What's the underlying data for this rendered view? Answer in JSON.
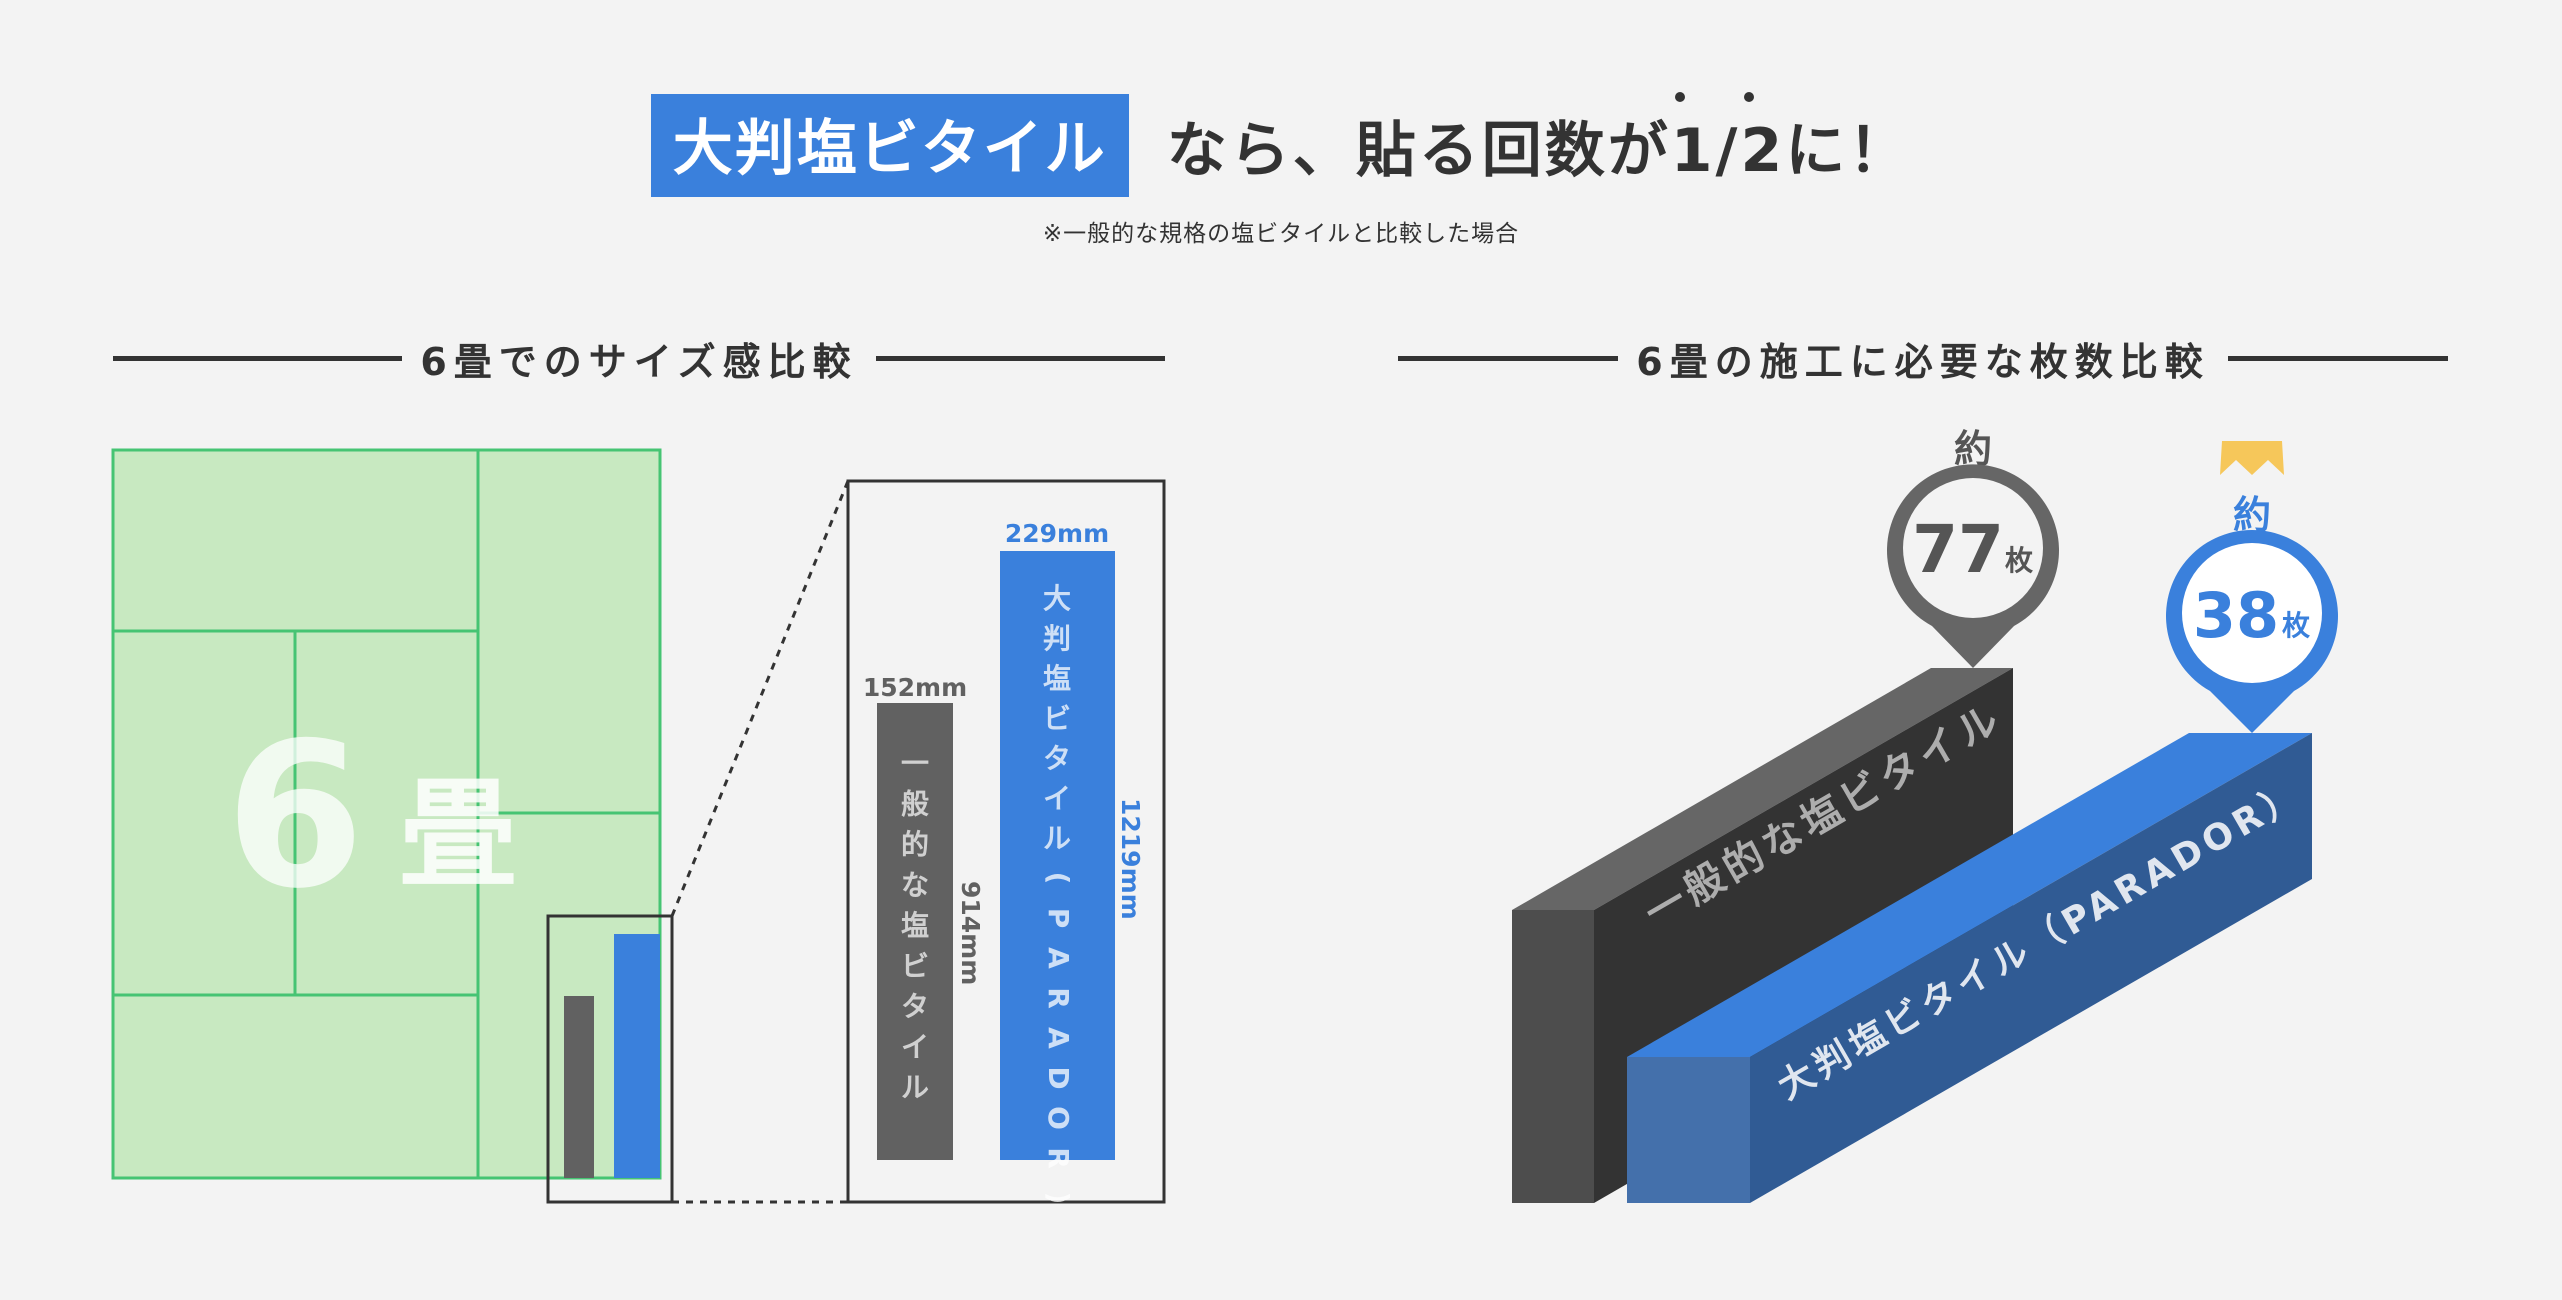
{
  "headline": {
    "highlight": "大判塩ビタイル",
    "rest": "なら、貼る回数が1/2に！",
    "note": "※一般的な規格の塩ビタイルと比較した場合"
  },
  "left_section": {
    "title": "6畳でのサイズ感比較",
    "room_number": "6",
    "room_unit": "畳",
    "general_tile": {
      "width_label": "152mm",
      "length_label": "914mm",
      "name_label": "一般的な塩ビタイル"
    },
    "large_tile": {
      "width_label": "229mm",
      "length_label": "1219mm",
      "name_label": "大判塩ビタイル（PARADOR）"
    }
  },
  "right_section": {
    "title": "6畳の施工に必要な枚数比較",
    "general": {
      "approx": "約",
      "count": "77",
      "unit": "枚",
      "bar_label": "一般的な塩ビタイル"
    },
    "large": {
      "approx": "約",
      "count": "38",
      "unit": "枚",
      "bar_label": "大判塩ビタイル（PARADOR）"
    }
  },
  "colors": {
    "blue": "#3a80dc",
    "gray": "#616161",
    "dark": "#333333",
    "tatami_fill": "#c8e9c1",
    "tatami_line": "#46c473",
    "crown": "#f6c75a"
  },
  "icons": [
    "crown-icon"
  ]
}
